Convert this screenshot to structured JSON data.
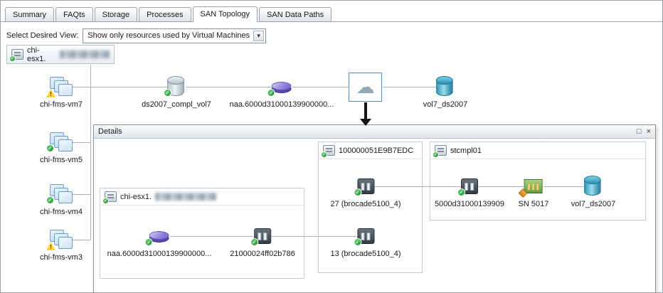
{
  "tabs": [
    {
      "label": "Summary",
      "active": false
    },
    {
      "label": "FAQts",
      "active": false
    },
    {
      "label": "Storage",
      "active": false
    },
    {
      "label": "Processes",
      "active": false
    },
    {
      "label": "SAN Topology",
      "active": true
    },
    {
      "label": "SAN Data Paths",
      "active": false
    }
  ],
  "view_selector": {
    "label": "Select Desired View:",
    "value": "Show only resources used by Virtual Machines"
  },
  "host": {
    "label": "chi-esx1."
  },
  "vms": [
    {
      "label": "chi-fms-vm7",
      "status": "warning"
    },
    {
      "label": "chi-fms-vm5",
      "status": "ok"
    },
    {
      "label": "chi-fms-vm4",
      "status": "ok"
    },
    {
      "label": "chi-fms-vm3",
      "status": "warning"
    }
  ],
  "top_path": {
    "datastore": {
      "label": "ds2007_compl_vol7"
    },
    "lun": {
      "label": "naa.6000d31000139900000..."
    },
    "volume": {
      "label": "vol7_ds2007"
    }
  },
  "details": {
    "title": "Details",
    "esx_group": {
      "label": "chi-esx1.",
      "lun": {
        "label": "naa.6000d31000139900000..."
      },
      "port": {
        "label": "21000024ff02b786"
      }
    },
    "switch_group": {
      "label": "100000051E9B7EDC",
      "port_a": {
        "label": "27 (brocade5100_4)"
      },
      "port_b": {
        "label": "13 (brocade5100_4)"
      }
    },
    "array_group": {
      "label": "stcmpl01",
      "port": {
        "label": "5000d31000139909"
      },
      "controller": {
        "label": "SN 5017"
      },
      "volume": {
        "label": "vol7_ds2007"
      }
    }
  },
  "icons": {
    "ok": "✓",
    "warning": "!",
    "cloud": "☁",
    "dropdown_arrow": "▾",
    "maximize": "□",
    "close": "×"
  },
  "colors": {
    "selected_node_border": "#5a8fc8",
    "status_ok": "#1f8f2f",
    "status_warning": "#ffd23e"
  }
}
